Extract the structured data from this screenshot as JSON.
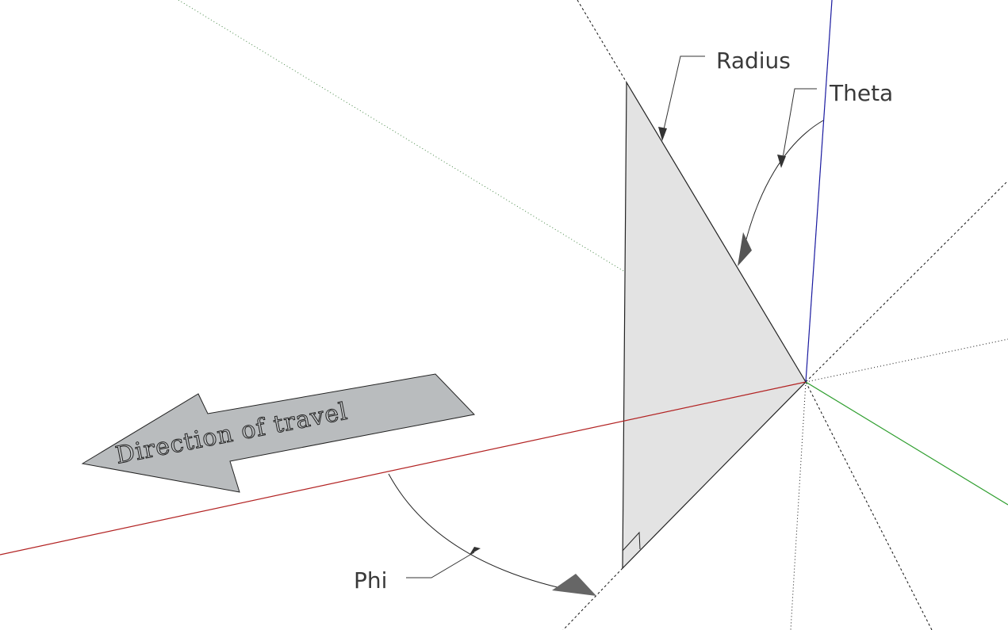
{
  "labels": {
    "radius": "Radius",
    "theta": "Theta",
    "phi": "Phi",
    "direction": "Direction of travel"
  },
  "colors": {
    "x_axis": "#b22222",
    "y_axis": "#2e9e2e",
    "z_axis": "#1a1aa0",
    "triangle_fill": "#e3e3e3",
    "arrow_fill": "#b9bcbe",
    "label_text": "#3a3a3a"
  }
}
